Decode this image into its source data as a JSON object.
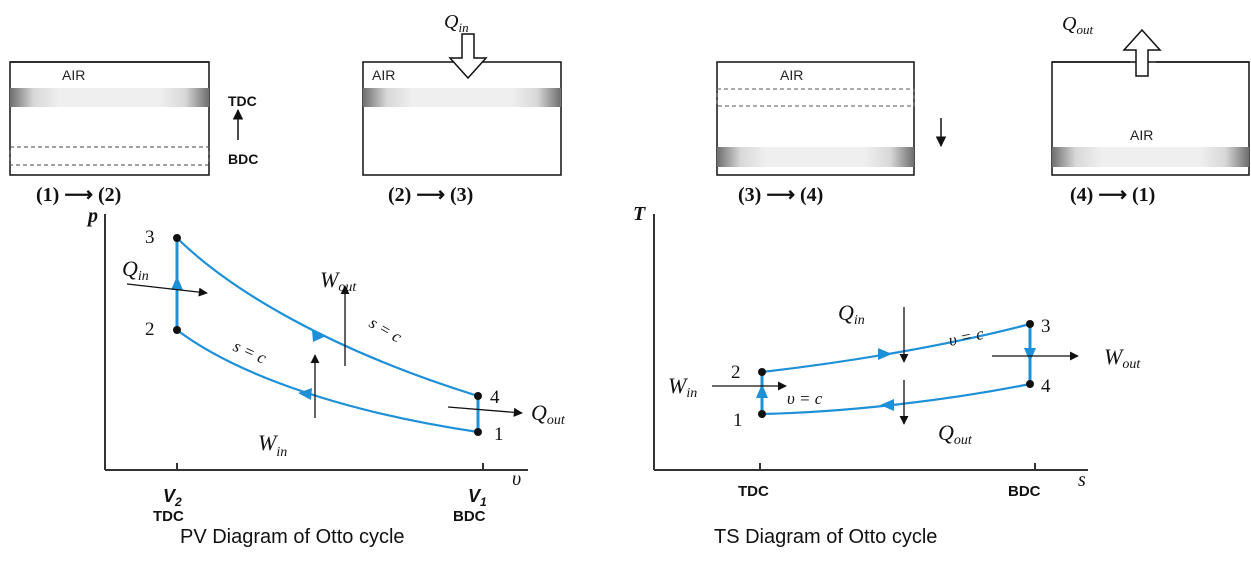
{
  "stages": [
    {
      "air": "AIR",
      "tdc": "TDC",
      "bdc": "BDC",
      "process": "(1) ⟶ (2)"
    },
    {
      "air": "AIR",
      "heat": "Q",
      "heat_sub": "in",
      "process": "(2) ⟶ (3)"
    },
    {
      "air": "AIR",
      "process": "(3) ⟶ (4)"
    },
    {
      "air": "AIR",
      "heat": "Q",
      "heat_sub": "out",
      "process": "(4) ⟶ (1)"
    }
  ],
  "pv": {
    "y_axis": "p",
    "x_axis": "υ",
    "points": [
      "1",
      "2",
      "3",
      "4"
    ],
    "q_in": "Q",
    "q_in_sub": "in",
    "w_out": "W",
    "w_out_sub": "out",
    "w_in": "W",
    "w_in_sub": "in",
    "q_out": "Q",
    "q_out_sub": "out",
    "isentrope_upper": "s = c",
    "isentrope_lower": "s = c",
    "v2": "V",
    "v2_sub": "2",
    "v2_pos": "TDC",
    "v1": "V",
    "v1_sub": "1",
    "v1_pos": "BDC",
    "caption": "PV Diagram of Otto cycle"
  },
  "ts": {
    "y_axis": "T",
    "x_axis": "s",
    "points": [
      "1",
      "2",
      "3",
      "4"
    ],
    "q_in": "Q",
    "q_in_sub": "in",
    "w_out": "W",
    "w_out_sub": "out",
    "w_in": "W",
    "w_in_sub": "in",
    "q_out": "Q",
    "q_out_sub": "out",
    "isochore_upper": "υ = c",
    "isochore_lower": "υ = c",
    "x_left": "TDC",
    "x_right": "BDC",
    "caption": "TS Diagram of Otto cycle"
  },
  "colors": {
    "process_line": "#1e90d8",
    "axis": "#333333",
    "piston": "#777777"
  }
}
